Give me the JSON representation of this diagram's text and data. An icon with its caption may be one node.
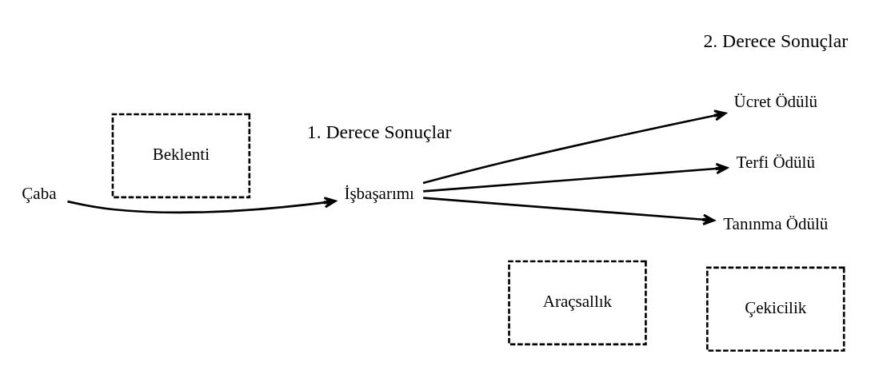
{
  "diagram": {
    "nodes": [
      {
        "text": [
          "Çaba"
        ]
      },
      {
        "text": [
          "Beklenti"
        ]
      },
      {
        "text": [
          "İşbaşarımı"
        ]
      },
      {
        "text": [
          "Araçsallık"
        ]
      },
      {
        "text": [
          "Ücret Ödülü"
        ]
      },
      {
        "text": [
          "Terfi Ödülü"
        ]
      },
      {
        "text": [
          "Tanınma Ödülü"
        ]
      },
      {
        "text": [
          "Çekicilik"
        ]
      }
    ],
    "edges": [
      {
        "from": 0,
        "to": 2,
        "arrow": "to"
      },
      {
        "from": 2,
        "to": 4,
        "arrow": "to"
      },
      {
        "from": 2,
        "to": 5,
        "arrow": "to"
      },
      {
        "from": 2,
        "to": 6,
        "arrow": "to"
      }
    ],
    "labels": [
      "1. Derece Sonuçlar",
      "2. Derece Sonuçlar"
    ]
  }
}
